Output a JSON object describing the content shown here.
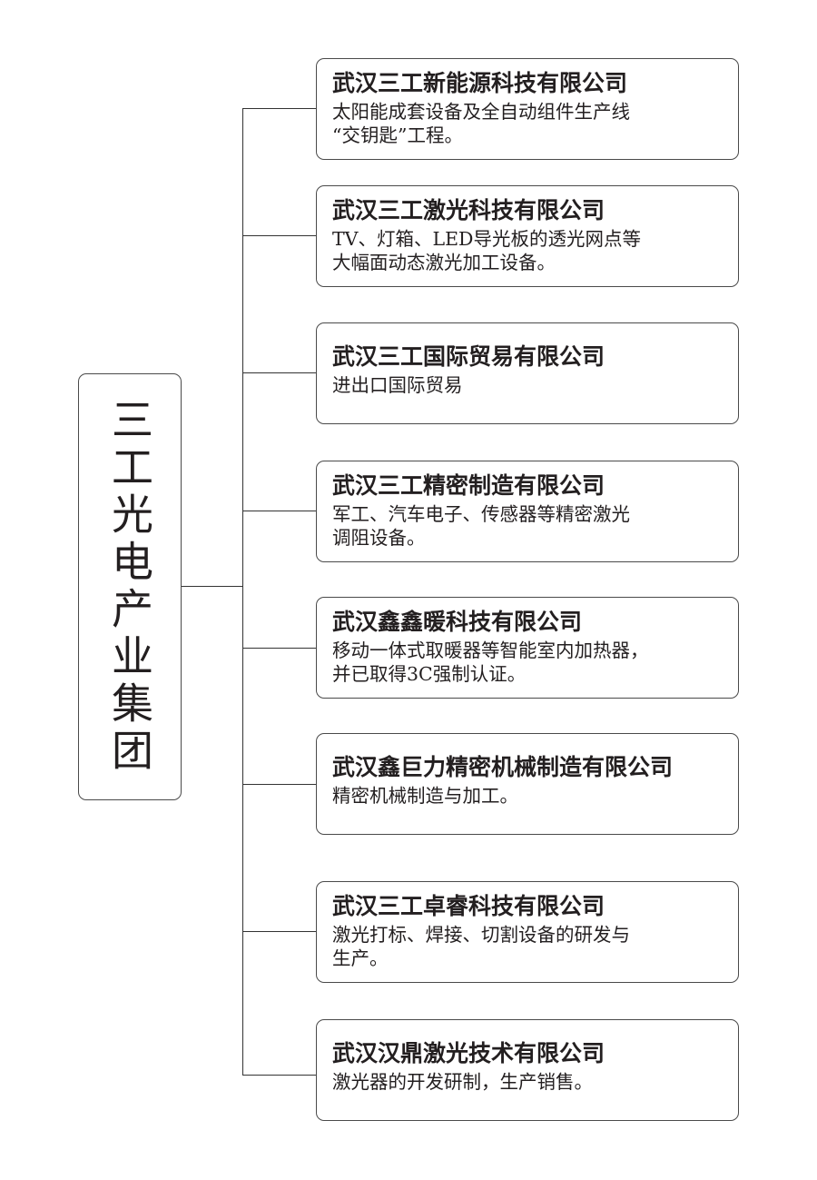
{
  "root": {
    "title": "三工光电产业集团"
  },
  "companies": [
    {
      "name": "武汉三工新能源科技有限公司",
      "description": "太阳能成套设备及全自动组件生产线\n“交钥匙”工程。"
    },
    {
      "name": "武汉三工激光科技有限公司",
      "description": "TV、灯箱、LED导光板的透光网点等\n大幅面动态激光加工设备。"
    },
    {
      "name": "武汉三工国际贸易有限公司",
      "description": "进出口国际贸易"
    },
    {
      "name": "武汉三工精密制造有限公司",
      "description": "军工、汽车电子、传感器等精密激光\n调阻设备。"
    },
    {
      "name": "武汉鑫鑫暖科技有限公司",
      "description": "移动一体式取暖器等智能室内加热器，\n并已取得3C强制认证。"
    },
    {
      "name": "武汉鑫巨力精密机械制造有限公司",
      "description": "精密机械制造与加工。"
    },
    {
      "name": "武汉三工卓睿科技有限公司",
      "description": "激光打标、焊接、切割设备的研发与\n生产。"
    },
    {
      "name": "武汉汉鼎激光技术有限公司",
      "description": "激光器的开发研制，生产销售。"
    }
  ]
}
